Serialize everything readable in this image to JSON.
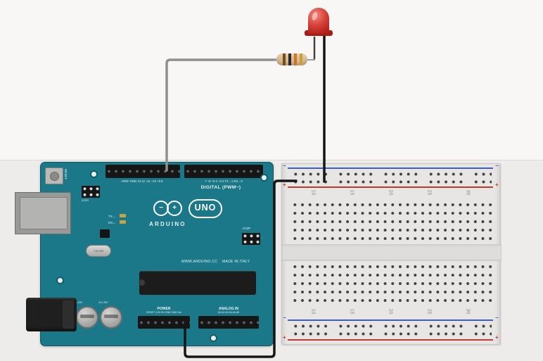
{
  "scene": {
    "bg_top": "#f8f7f5",
    "bg_bottom": "#edecea"
  },
  "arduino": {
    "name": "Arduino UNO",
    "board_color": "#1b7888",
    "digital_label": "DIGITAL (PWM~)",
    "pins_top_left": "AREF GND 13 12 ~11 ~10 ~9 8",
    "pins_top_right": "7 ~6 ~5 4 ~3 2 TX→1 RX←0",
    "brand": "ARDUINO",
    "model": "UNO",
    "logo_minus": "−",
    "logo_plus": "+",
    "tx": "TX→",
    "rx": "RX←",
    "icsp": "ICSP",
    "icsp2": "ICSP2",
    "reset": "RESET",
    "crystal": "T16.000",
    "cap": "47u 25V",
    "website": "WWW.ARDUINO.CC",
    "made_in": "MADE IN ITALY",
    "power_label": "POWER",
    "analog_label": "ANALOG IN",
    "pins_power": "RESET 3.3V 5V GND GND Vin",
    "pins_analog": "A0 A1 A2 A3 A4 A5"
  },
  "breadboard": {
    "numbers": [
      "10",
      "15",
      "20",
      "25",
      "30"
    ],
    "plus": "+",
    "minus": "−",
    "rail_positive_color": "#c0392b",
    "rail_negative_color": "#3d5fbf"
  },
  "led": {
    "name": "red LED",
    "color": "#c62f27"
  },
  "resistor": {
    "name": "resistor",
    "body_color": "#d9bd92",
    "band_colors": [
      "#7a4a21",
      "#2a2a2a",
      "#d2712a",
      "#c8a13e"
    ]
  },
  "wires": [
    {
      "name": "signal wire",
      "color": "#8f8f8f"
    },
    {
      "name": "LED cathode wire",
      "color": "#161616"
    },
    {
      "name": "ground wire",
      "color": "#161616"
    }
  ]
}
